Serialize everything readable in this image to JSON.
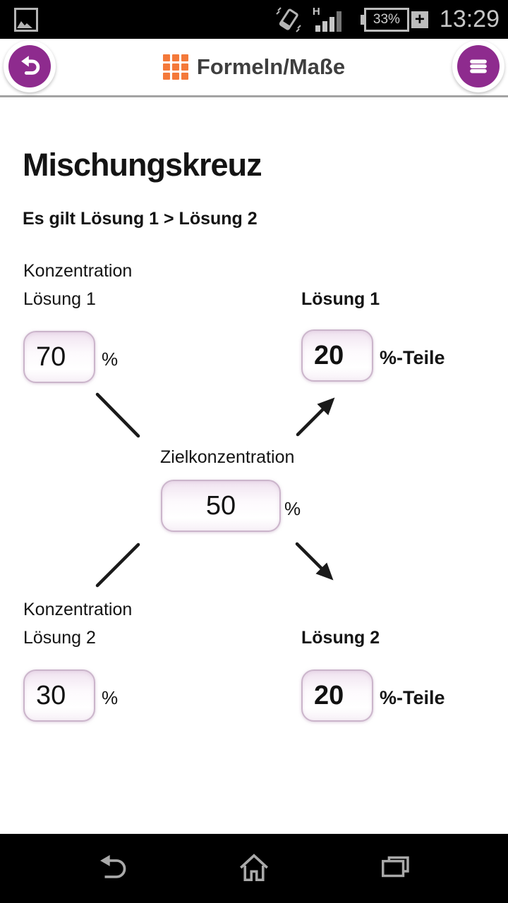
{
  "status_bar": {
    "time": "13:29",
    "battery_percent": "33%",
    "battery_plus": "+",
    "network_type": "H"
  },
  "header": {
    "title": "Formeln/Maße"
  },
  "page": {
    "title": "Mischungskreuz",
    "subtitle": "Es gilt Lösung 1 > Lösung 2",
    "solution1": {
      "label_line1": "Konzentration",
      "label_line2": "Lösung 1",
      "value": "70",
      "unit": "%"
    },
    "parts1": {
      "label": "Lösung 1",
      "value": "20",
      "unit": "%-Teile"
    },
    "target": {
      "label": "Zielkonzentration",
      "value": "50",
      "unit": "%"
    },
    "solution2": {
      "label_line1": "Konzentration",
      "label_line2": "Lösung 2",
      "value": "30",
      "unit": "%"
    },
    "parts2": {
      "label": "Lösung 2",
      "value": "20",
      "unit": "%-Teile"
    }
  },
  "icons": {
    "status_left": "image-notification-icon",
    "status_right": [
      "vibrate-icon",
      "signal-strength-icon",
      "battery-charging-icon"
    ],
    "header_left": "back-icon",
    "header_title": "grid-icon",
    "header_right": "menu-icon",
    "nav": [
      "nav-back-icon",
      "nav-home-icon",
      "nav-recents-icon"
    ]
  },
  "colors": {
    "accent_purple": "#8e2b8e",
    "accent_orange": "#f4793a",
    "input_border": "#cbb5cb",
    "status_gray": "#bdbdbd",
    "nav_gray": "#a9a9a9"
  }
}
